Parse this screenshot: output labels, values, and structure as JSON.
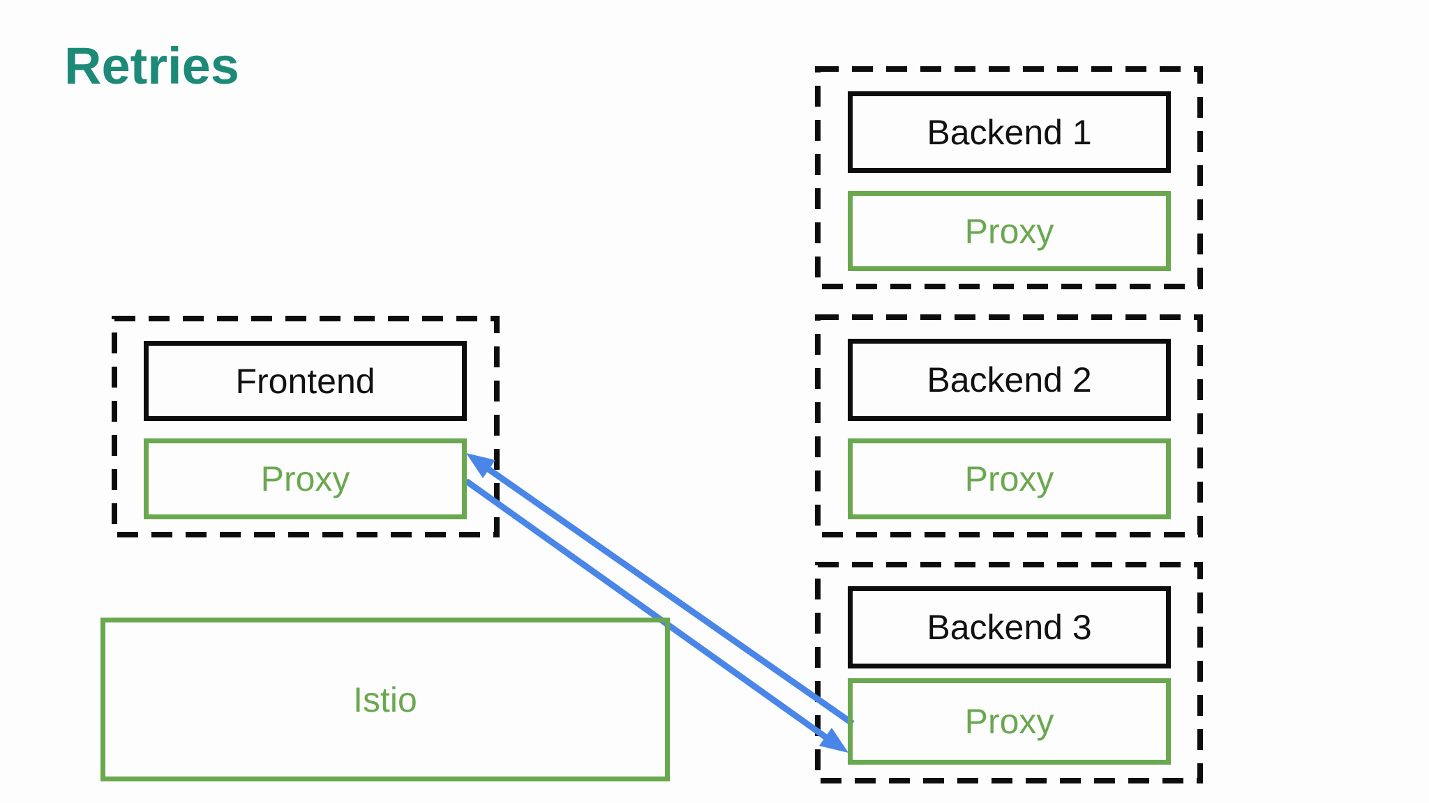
{
  "title": "Retries",
  "colors": {
    "accent_teal": "#1d8a78",
    "box_green": "#6aa84f",
    "arrow_blue": "#4a86e8",
    "line_black": "#0d0d0d",
    "background": "#fdfdfd"
  },
  "frontend": {
    "name": "Frontend",
    "proxy": "Proxy"
  },
  "backends": [
    {
      "name": "Backend 1",
      "proxy": "Proxy"
    },
    {
      "name": "Backend 2",
      "proxy": "Proxy"
    },
    {
      "name": "Backend 3",
      "proxy": "Proxy"
    }
  ],
  "istio": {
    "name": "Istio"
  }
}
